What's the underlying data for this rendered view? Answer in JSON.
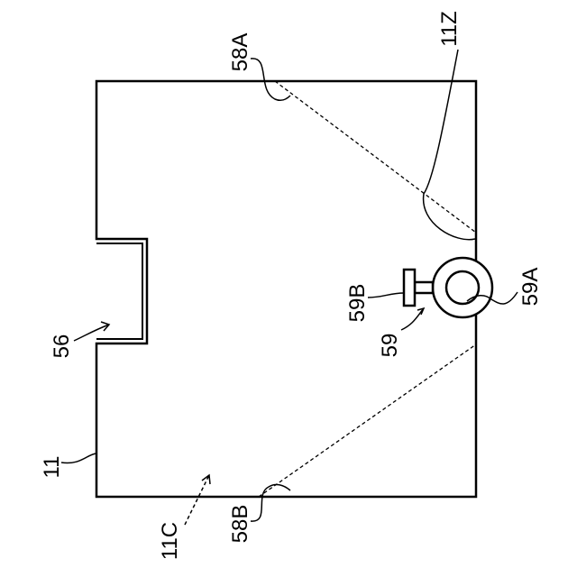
{
  "figure": {
    "labels": {
      "body": "11",
      "body_face": "11C",
      "recess": "56",
      "line_a": "58A",
      "line_b": "58B",
      "edge": "11Z",
      "fitting": "59",
      "ring": "59A",
      "stem": "59B"
    },
    "colors": {
      "ink": "#000000",
      "paper": "#ffffff"
    }
  }
}
